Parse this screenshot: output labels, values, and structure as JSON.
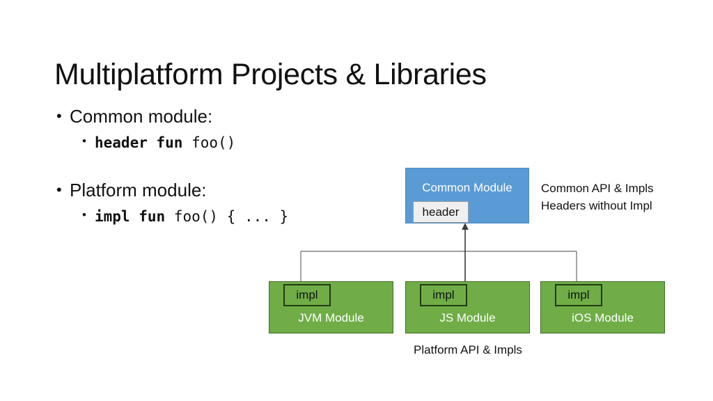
{
  "slide": {
    "title": "Multiplatform Projects & Libraries"
  },
  "bullets": [
    {
      "text": "Common module:",
      "marker": "•",
      "children": [
        {
          "marker": "•",
          "keyword": "header fun",
          "rest": " foo()"
        }
      ]
    },
    {
      "text": "Platform module:",
      "marker": "•",
      "children": [
        {
          "marker": "•",
          "keyword": "impl fun",
          "rest": " foo() { ... }"
        }
      ]
    }
  ],
  "diagram": {
    "common_module": {
      "label": "Common Module",
      "chip": "header",
      "fill": "#5B9BD5",
      "chip_fill": "#EFEFEF",
      "text_color": "#FFFFFF"
    },
    "platform_modules": [
      {
        "label": "JVM Module",
        "chip": "impl",
        "fill": "#70AD47"
      },
      {
        "label": "JS Module",
        "chip": "impl",
        "fill": "#70AD47"
      },
      {
        "label": "iOS Module",
        "chip": "impl",
        "fill": "#70AD47"
      }
    ],
    "annotation": {
      "line1": "Common API & Impls",
      "line2": "Headers without Impl"
    },
    "caption": "Platform API & Impls",
    "connector_color": "#808080",
    "arrow_color": "#3A3A3A"
  }
}
